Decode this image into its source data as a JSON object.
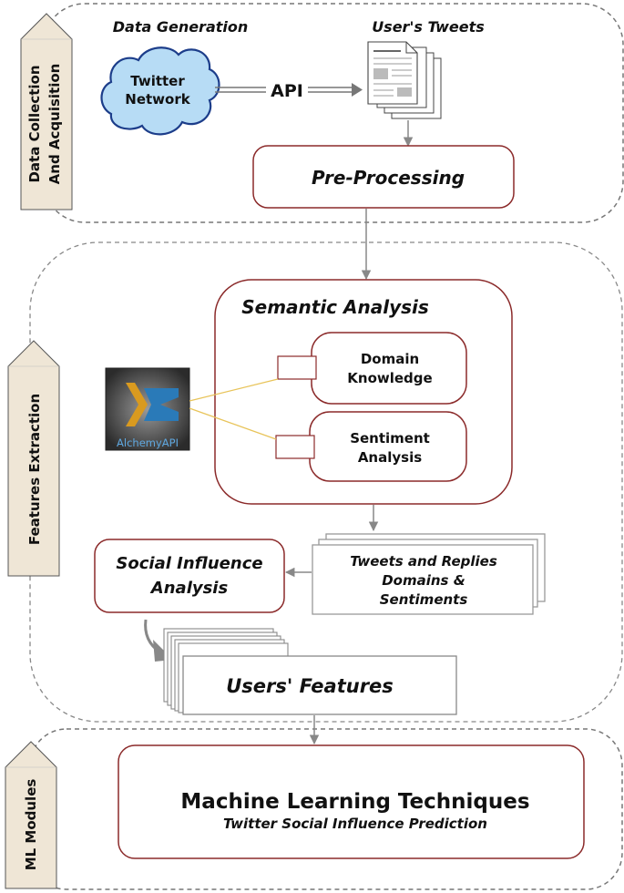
{
  "sections": {
    "data_collection": {
      "label_line1": "Data Collection",
      "label_line2": "And Acquisition"
    },
    "features_extraction": {
      "label": "Features Extraction"
    },
    "ml_modules": {
      "label": "ML Modules"
    }
  },
  "data_generation": {
    "title": "Data Generation",
    "cloud_line1": "Twitter",
    "cloud_line2": "Network"
  },
  "api_label": "API",
  "users_tweets": {
    "title": "User's Tweets"
  },
  "preprocessing": "Pre-Processing",
  "semantic_analysis": {
    "title": "Semantic Analysis",
    "domain_line1": "Domain",
    "domain_line2": "Knowledge",
    "sentiment_line1": "Sentiment",
    "sentiment_line2": "Analysis"
  },
  "alchemy_logo": {
    "text": "AlchemyAPI"
  },
  "tweets_replies": {
    "line1": "Tweets and Replies",
    "line2": "Domains &",
    "line3": "Sentiments"
  },
  "social_influence": {
    "line1": "Social Influence",
    "line2": "Analysis"
  },
  "users_features": "Users' Features",
  "ml": {
    "title": "Machine Learning Techniques",
    "subtitle": "Twitter Social Influence Prediction"
  },
  "colors": {
    "box_border": "#8b2a2a",
    "dashed": "#777777",
    "tab_fill": "#efe6d6",
    "connector": "#e8c45a",
    "logo_blue": "#2a7ab8",
    "logo_gold": "#d99a1f"
  }
}
